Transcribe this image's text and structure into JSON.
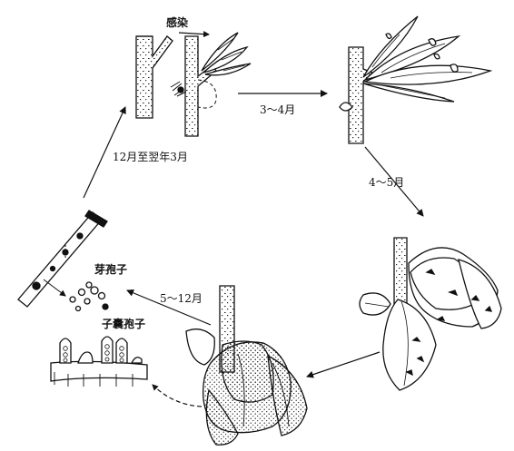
{
  "labels": {
    "infection": "感染",
    "period_mar_apr": "3～4月",
    "period_apr_may": "4～5月",
    "period_may_dec": "5～12月",
    "period_dec_mar": "12月至翌年3月",
    "conidia": "芽孢子",
    "ascospores": "子囊孢子"
  }
}
